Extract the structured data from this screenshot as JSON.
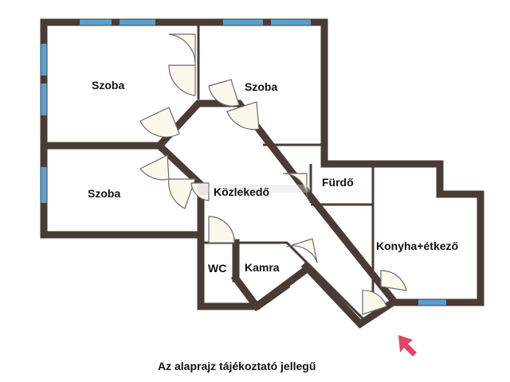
{
  "rooms": {
    "szoba_1": "Szoba",
    "szoba_2": "Szoba",
    "szoba_3": "Szoba",
    "kozlekedo": "Közlekedő",
    "furdo": "Fürdő",
    "wc": "WC",
    "kamra": "Kamra",
    "konyha": "Konyha+étkező"
  },
  "caption": "Az alaprajz tájékoztató jellegű",
  "colors": {
    "wall": "#4a3b35",
    "window": "#5aa0cf",
    "door_fill": "#fbf8ec",
    "arrow": "#e0466a"
  },
  "icons": {
    "entrance": "entrance-arrow-icon"
  }
}
